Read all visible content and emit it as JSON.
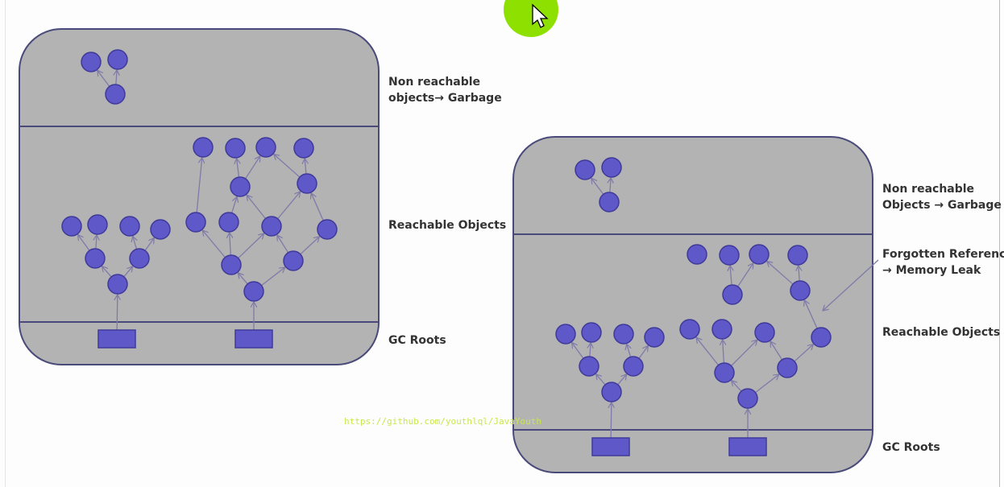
{
  "left_diagram": {
    "labels": {
      "garbage_line1": "Non reachable",
      "garbage_line2": "objects→ Garbage",
      "reachable": "Reachable Objects",
      "gc_roots": "GC Roots"
    }
  },
  "right_diagram": {
    "labels": {
      "garbage_line1": "Non reachable",
      "garbage_line2": "Objects → Garbage",
      "leak_line1": "Forgotten Reference",
      "leak_line2": "→ Memory Leak",
      "reachable": "Reachable Objects",
      "gc_roots": "GC Roots"
    }
  },
  "watermark": "https://github.com/youthlql/JavaYouth",
  "colors": {
    "panel": "#b3b3b3",
    "border": "#4a4a7a",
    "node": "#5f58c9",
    "node_stroke": "#3f3a9a",
    "edge": "#7f7aa8",
    "cursor_highlight": "#8ee000"
  }
}
